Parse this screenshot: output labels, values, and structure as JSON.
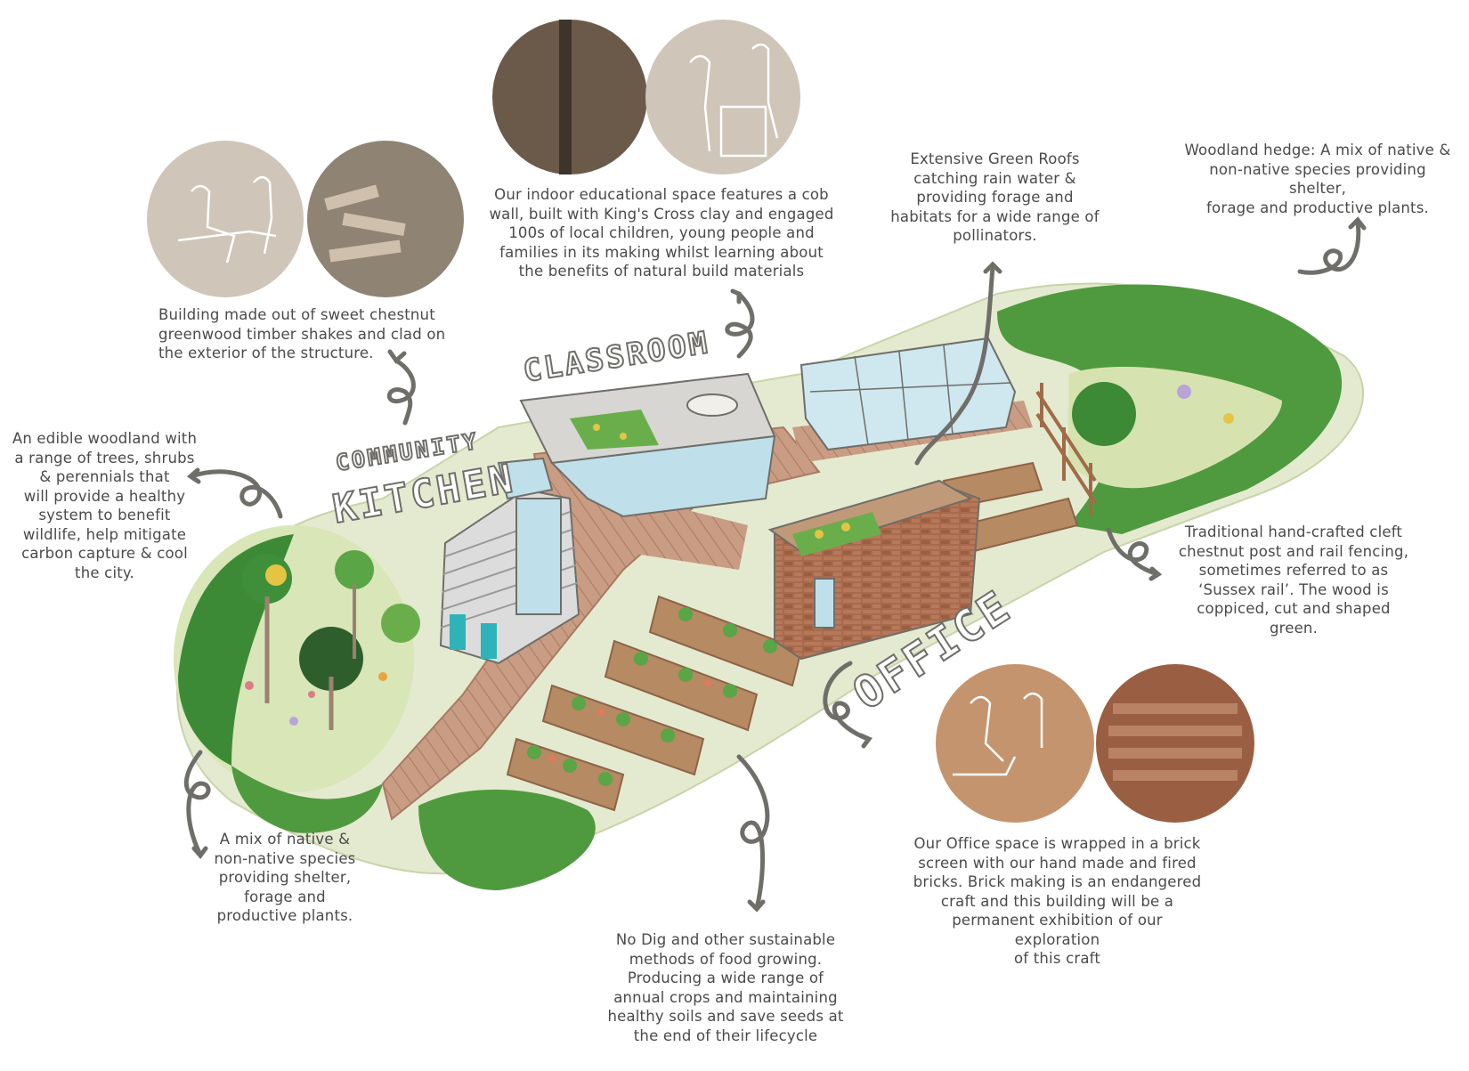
{
  "labels": {
    "classroom": "CLASSROOM",
    "community": "COMMUNITY",
    "kitchen": "KITCHEN",
    "office": "OFFICE"
  },
  "notes": {
    "edible_woodland": "An edible woodland with\na range of trees, shrubs\n& perennials that\nwill provide a healthy\nsystem to benefit\nwildlife, help mitigate\ncarbon capture & cool\nthe city.",
    "timber_shakes": "Building made out of sweet chestnut\ngreenwood timber shakes and clad on\nthe exterior of the structure.",
    "cob_wall": "Our indoor educational space features a cob\nwall, built with King's Cross clay and engaged\n100s of local children, young people and\nfamilies in its making whilst learning about\nthe benefits of natural build materials",
    "green_roofs": "Extensive Green Roofs\ncatching rain water &\nproviding forage and\nhabitats for a wide range of\npollinators.",
    "woodland_hedge": "Woodland hedge: A mix of native &\nnon-native species providing shelter,\nforage and productive plants.",
    "sussex_rail": "Traditional hand-crafted cleft\nchestnut post and rail fencing,\nsometimes referred to as\n‘Sussex rail’. The wood is\ncoppiced, cut and shaped green.",
    "hedge_mix": "A mix of native &\nnon-native species\nproviding shelter,\nforage and\nproductive plants.",
    "no_dig": "No Dig and other sustainable\nmethods of food growing.\nProducing a wide range of\nannual crops and maintaining\nhealthy soils and save seeds at\nthe end of their lifecycle",
    "brick_screen": "Our Office space is wrapped in a brick\nscreen with our hand made and fired\nbricks. Brick making is an endangered\ncraft and this building will be a\npermanent exhibition of our exploration\nof this craft"
  },
  "colors": {
    "text": "#4a4a48",
    "arrow": "#6f6e69",
    "beige_circle": "#cfc5b8",
    "terracotta_circle": "#c4946e",
    "lawn": "#e4ead0",
    "boardwalk": "#c99c84",
    "foliage": "#4f9a3e",
    "glass": "#bfe0ea"
  }
}
